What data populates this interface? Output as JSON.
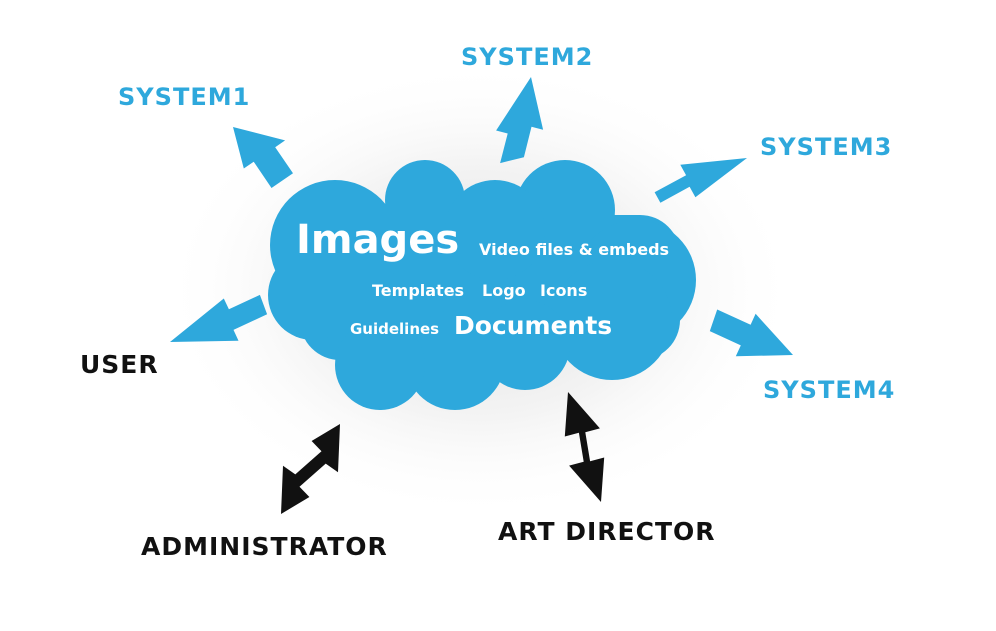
{
  "cloud": {
    "items": {
      "images": "Images",
      "video": "Video files & embeds",
      "templates": "Templates",
      "logo": "Logo",
      "icons": "Icons",
      "guidelines": "Guidelines",
      "documents": "Documents"
    }
  },
  "systems": {
    "system1": "SYSTEM1",
    "system2": "SYSTEM2",
    "system3": "SYSTEM3",
    "system4": "SYSTEM4"
  },
  "actors": {
    "user": "USER",
    "administrator": "ADMINISTRATOR",
    "art_director": "ART DIRECTOR"
  },
  "colors": {
    "cloud": "#2ea8dc",
    "system_labels": "#2ea8dc",
    "actor_labels": "#111111",
    "system_arrows": "#2ea8dc",
    "actor_arrows": "#111111"
  }
}
